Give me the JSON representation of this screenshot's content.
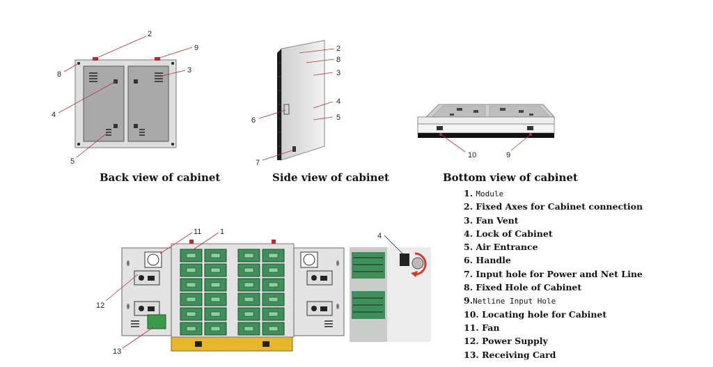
{
  "captions": {
    "back": "Back view of cabinet",
    "side": "Side view of cabinet",
    "bottom": "Bottom view of cabinet"
  },
  "legend": [
    {
      "num": "1.",
      "text": "Module"
    },
    {
      "num": "2.",
      "text": "Fixed Axes for Cabinet connection"
    },
    {
      "num": "3.",
      "text": "Fan Vent"
    },
    {
      "num": "4.",
      "text": "Lock of Cabinet"
    },
    {
      "num": "5.",
      "text": "Air Entrance"
    },
    {
      "num": "6.",
      "text": "Handle"
    },
    {
      "num": "7.",
      "text": "Input hole for Power and Net Line"
    },
    {
      "num": "8.",
      "text": "Fixed Hole of Cabinet"
    },
    {
      "num": "9.",
      "text": "Netline Input Hole"
    },
    {
      "num": "10.",
      "text": "Locating hole for Cabinet"
    },
    {
      "num": "11.",
      "text": "Fan"
    },
    {
      "num": "12.",
      "text": "Power Supply"
    },
    {
      "num": "13.",
      "text": "Receiving Card"
    }
  ],
  "callouts": {
    "back": [
      "2",
      "9",
      "8",
      "3",
      "4",
      "5"
    ],
    "side": [
      "2",
      "8",
      "3",
      "4",
      "5",
      "6",
      "7"
    ],
    "bottom": [
      "10",
      "9"
    ],
    "open": [
      "11",
      "1",
      "12",
      "13",
      "4"
    ]
  },
  "colors": {
    "panel_fill": "#a9a9a9",
    "cabinet_fill": "#e3e3e3",
    "module_green": "#3f8f5a",
    "module_light": "#8fd0a0",
    "base_yellow": "#e8b62a",
    "pointer_red": "#b03030",
    "lock_arrow": "#d23a2a"
  }
}
